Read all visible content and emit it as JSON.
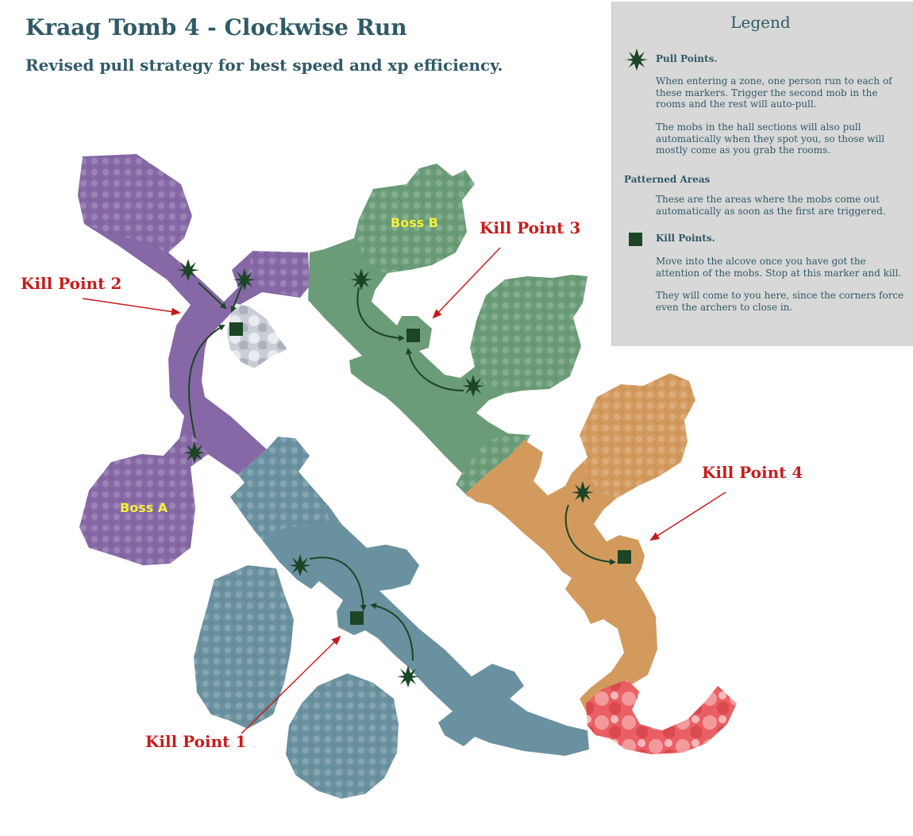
{
  "title": "Kraag Tomb 4 - Clockwise Run",
  "subtitle": "Revised pull strategy for best speed and xp efficiency.",
  "legend": {
    "title": "Legend",
    "pull_points": {
      "label": "Pull Points.",
      "icon": "star-icon",
      "text1": "When entering a zone, one person run to each of these markers. Trigger the second mob in the rooms and the rest will auto-pull.",
      "text2": "The mobs in the hall sections will also pull automatically when they spot you, so those will mostly come as you grab the rooms."
    },
    "patterned_areas": {
      "label": "Patterned Areas",
      "text": "These are the areas where the mobs come out automatically as soon as the first are triggered."
    },
    "kill_points": {
      "label": "Kill Points.",
      "icon": "square-icon",
      "text1": "Move into the alcove once you have got the attention of the mobs. Stop at this marker and kill.",
      "text2": "They will come to you here, since the corners force even the archers to close in."
    }
  },
  "map": {
    "kill_points": [
      "Kill Point 1",
      "Kill Point 2",
      "Kill Point 3",
      "Kill Point 4"
    ],
    "bosses": [
      "Boss A",
      "Boss B"
    ]
  },
  "colors": {
    "purple_zone": "#8668a6",
    "green_zone": "#6a9c78",
    "teal_zone": "#6a91a0",
    "orange_zone": "#d39a5e",
    "red_zone": "#ea5f63",
    "silver_zone": "#c9ced6",
    "marker": "#1b4525",
    "kill_label": "#c81c1c",
    "boss_label": "#f5f03a",
    "title": "#2f5a66",
    "legend_bg": "#d8d8d8"
  }
}
